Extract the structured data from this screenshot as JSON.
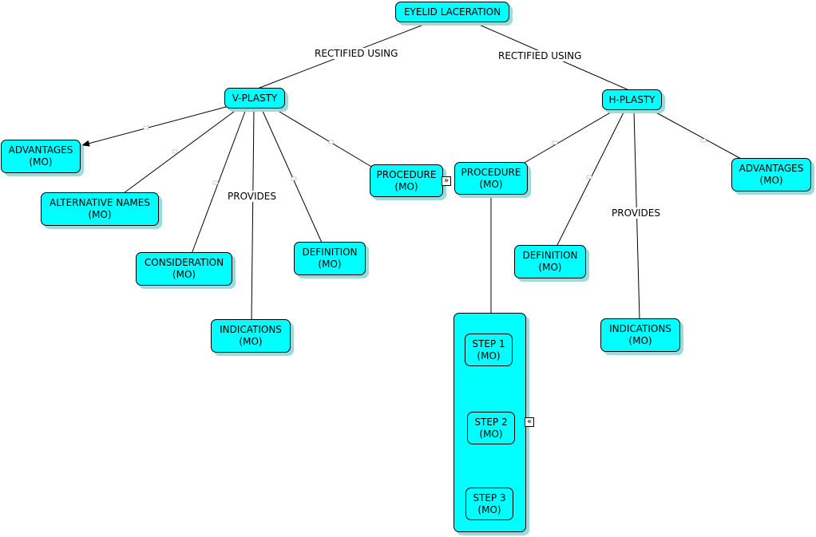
{
  "colors": {
    "node_fill": "#00ffff",
    "node_border": "#000000",
    "node_shadow": "#9adcdc",
    "line": "#000000"
  },
  "nodes": {
    "eyelid_laceration": {
      "lines": [
        "EYELID LACERATION"
      ]
    },
    "v_plasty": {
      "lines": [
        "V-PLASTY"
      ]
    },
    "h_plasty": {
      "lines": [
        "H-PLASTY"
      ]
    },
    "v_advantages": {
      "lines": [
        "ADVANTAGES",
        "(MO)"
      ]
    },
    "v_alternative_names": {
      "lines": [
        "ALTERNATIVE NAMES",
        "(MO)"
      ]
    },
    "v_consideration": {
      "lines": [
        "CONSIDERATION",
        "(MO)"
      ]
    },
    "v_indications": {
      "lines": [
        "INDICATIONS",
        "(MO)"
      ]
    },
    "v_definition": {
      "lines": [
        "DEFINITION",
        "(MO)"
      ]
    },
    "v_procedure": {
      "lines": [
        "PROCEDURE",
        "(MO)"
      ]
    },
    "h_procedure": {
      "lines": [
        "PROCEDURE",
        "(MO)"
      ]
    },
    "h_definition": {
      "lines": [
        "DEFINITION",
        "(MO)"
      ]
    },
    "h_indications": {
      "lines": [
        "INDICATIONS",
        "(MO)"
      ]
    },
    "h_advantages": {
      "lines": [
        "ADVANTAGES",
        "(MO)"
      ]
    },
    "step_1": {
      "lines": [
        "STEP 1",
        "(MO)"
      ]
    },
    "step_2": {
      "lines": [
        "STEP 2",
        "(MO)"
      ]
    },
    "step_3": {
      "lines": [
        "STEP 3",
        "(MO)"
      ]
    }
  },
  "link_labels": {
    "rectified_using_left": "RECTIFIED USING",
    "rectified_using_right": "RECTIFIED USING",
    "provides_left": "PROVIDES",
    "provides_right": "PROVIDES"
  },
  "toggles": {
    "expand": "»",
    "collapse": "«"
  }
}
